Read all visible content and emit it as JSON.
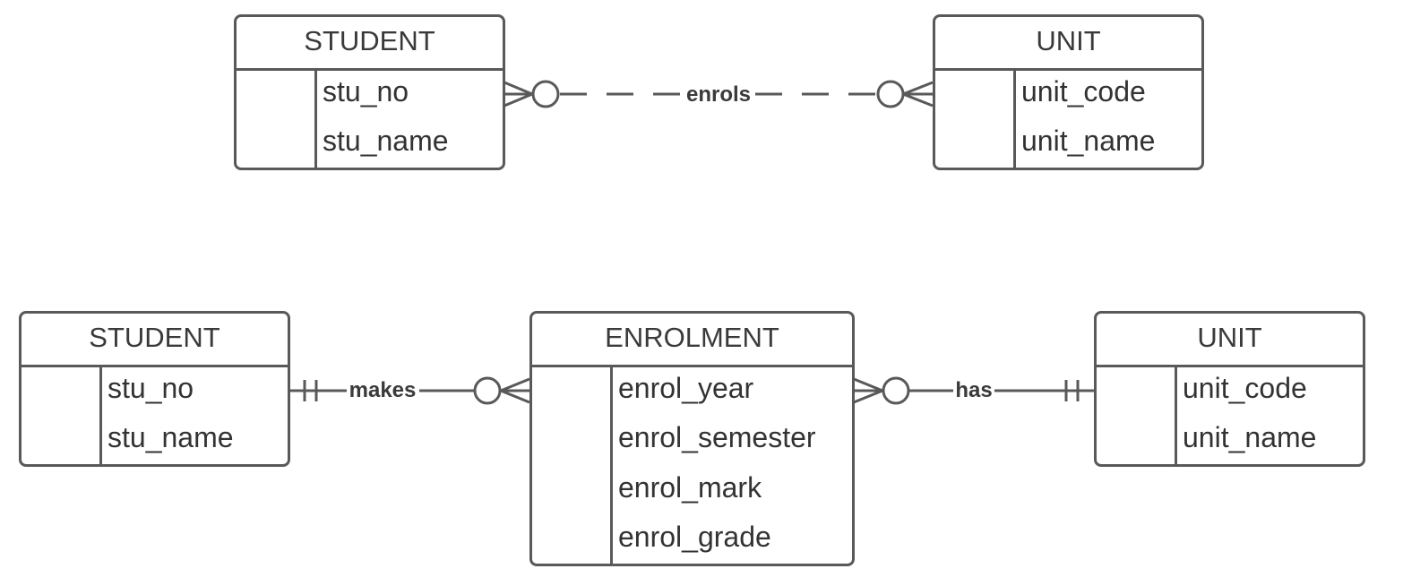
{
  "diagram": {
    "line_color": "#595959",
    "text_color": "#333333",
    "top": {
      "student": {
        "title": "STUDENT",
        "attributes": [
          "stu_no",
          "stu_name"
        ]
      },
      "unit": {
        "title": "UNIT",
        "attributes": [
          "unit_code",
          "unit_name"
        ]
      },
      "relationship": {
        "label": "enrols",
        "line_style": "dashed",
        "student_end": "zero-or-many",
        "unit_end": "zero-or-many"
      }
    },
    "bottom": {
      "student": {
        "title": "STUDENT",
        "attributes": [
          "stu_no",
          "stu_name"
        ]
      },
      "enrolment": {
        "title": "ENROLMENT",
        "attributes": [
          "enrol_year",
          "enrol_semester",
          "enrol_mark",
          "enrol_grade"
        ]
      },
      "unit": {
        "title": "UNIT",
        "attributes": [
          "unit_code",
          "unit_name"
        ]
      },
      "makes": {
        "label": "makes",
        "line_style": "solid",
        "student_end": "one-and-only-one",
        "enrolment_end": "zero-or-many"
      },
      "has": {
        "label": "has",
        "line_style": "solid",
        "enrolment_end": "zero-or-many",
        "unit_end": "one-and-only-one"
      }
    }
  }
}
